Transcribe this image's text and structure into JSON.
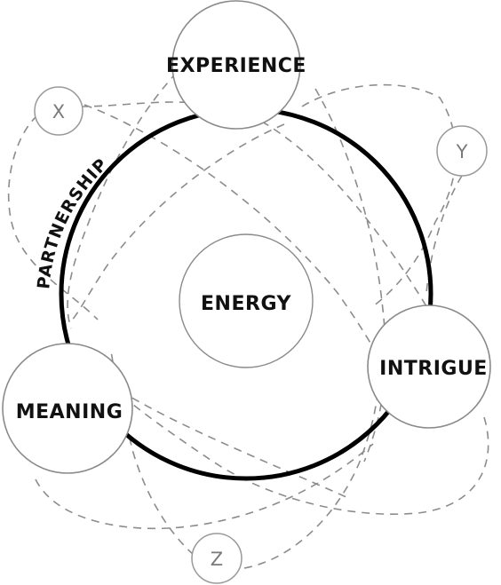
{
  "nodes": {
    "experience": "EXPERIENCE",
    "intrigue": "INTRIGUE",
    "meaning": "MEANING",
    "energy": "ENERGY",
    "x": "X",
    "y": "Y",
    "z": "Z"
  },
  "ring_label": "PARTNERSHIP"
}
